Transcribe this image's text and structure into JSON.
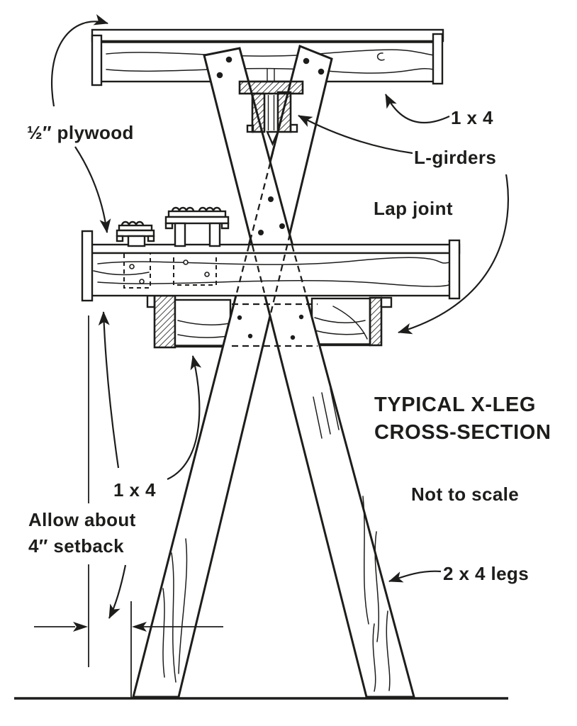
{
  "figure": {
    "labels": {
      "plywood": "½″ plywood",
      "board_top": "1 x 4",
      "l_girders": "L-girders",
      "lap_joint": "Lap joint",
      "board_mid": "1 x 4",
      "allow_line1": "Allow about",
      "allow_line2": "4″ setback",
      "legs": "2 x 4 legs",
      "title_line1": "TYPICAL X-LEG",
      "title_line2": "CROSS-SECTION",
      "not_to_scale": "Not to scale"
    },
    "colors": {
      "ink": "#1d1d1b",
      "paper": "#ffffff"
    }
  }
}
